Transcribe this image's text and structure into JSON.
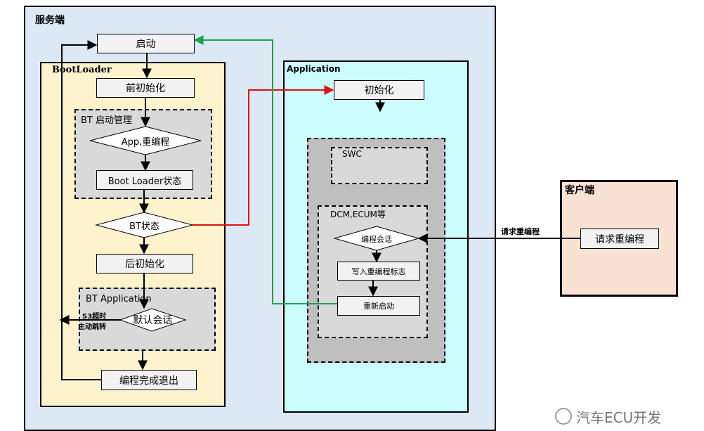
{
  "server": {
    "title": "服务端",
    "start": "启动",
    "bootloader": {
      "title": "BootLoader",
      "pre_init": "前初始化",
      "bt_manager": {
        "title": "BT 启动管理",
        "decision": "App,重编程",
        "state_box": "Boot Loader状态"
      },
      "bt_state": "BT状态",
      "post_init": "后初始化",
      "bt_application": {
        "title": "BT Application",
        "default_session": "默认会话",
        "timeout_line1": "S3超时",
        "timeout_line2": "主动跳转"
      },
      "exit": "编程完成退出"
    },
    "application": {
      "title": "Application",
      "init": "初始化",
      "swc": "SWC",
      "dcm": {
        "title": "DCM,ECUM等",
        "session": "编程会话",
        "write_flag": "写入重编程标志",
        "restart": "重新启动"
      }
    }
  },
  "client": {
    "title": "客户端",
    "request_box": "请求重编程",
    "arrow_label": "请求重编程"
  },
  "watermark": {
    "text": "汽车ECU开发"
  },
  "colors": {
    "server_bg": "#dde8f5",
    "bootloader_bg": "#fff3cd",
    "application_bg": "#ccfdfe",
    "client_bg": "#f9e1d3",
    "red_arrow": "#e01010",
    "green_arrow": "#20a050"
  }
}
